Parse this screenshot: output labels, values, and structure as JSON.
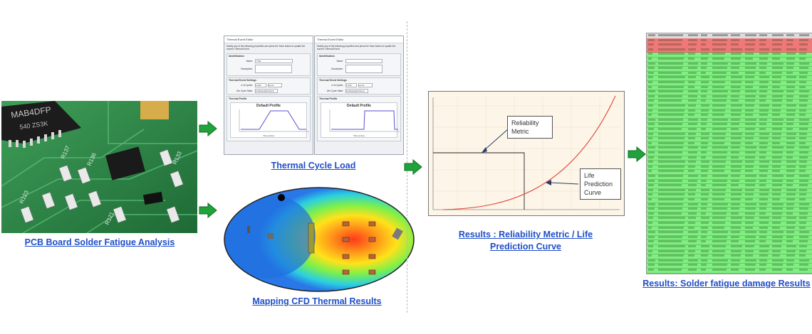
{
  "captions": {
    "pcb": "PCB Board Solder Fatigue Analysis",
    "thermal_cycle": "Thermal Cycle Load",
    "cfd": "Mapping CFD Thermal Results",
    "reliability_line1": "Results : Reliability Metric / Life",
    "reliability_line2": "Prediction Curve",
    "damage": "Results: Solder fatigue damage Results"
  },
  "reliability_chart": {
    "callouts": [
      "Reliability Metric",
      "Life Prediction Curve"
    ]
  },
  "dialogs": {
    "left_title": "Thermal Event Editor",
    "right_title": "Thermal Event Editor",
    "intro": "Modify any of the following properties and press the Save button to update the current Thermal Event.",
    "identification": "Identification",
    "name_label": "Name:",
    "name_value": "TCE",
    "description_label": "Description:",
    "settings": "Thermal Event Settings",
    "cycles_label": "# of Cycles:",
    "cycles_value": "1,000",
    "cycles_unit": "count",
    "life_label": "Life Cycle State:",
    "life_value": "Unbiased(Ambient)",
    "profile": "Thermal Profile",
    "profile_title": "Default Profile",
    "xlabel": "Time (mins)",
    "ylabel": "Temp (C)"
  },
  "colors": {
    "caption_blue": "#1f4ec8",
    "arrow_green": "#1fa33a",
    "table_green": "#80ee80",
    "table_red": "#f07878",
    "curve_red": "#e0433a"
  }
}
